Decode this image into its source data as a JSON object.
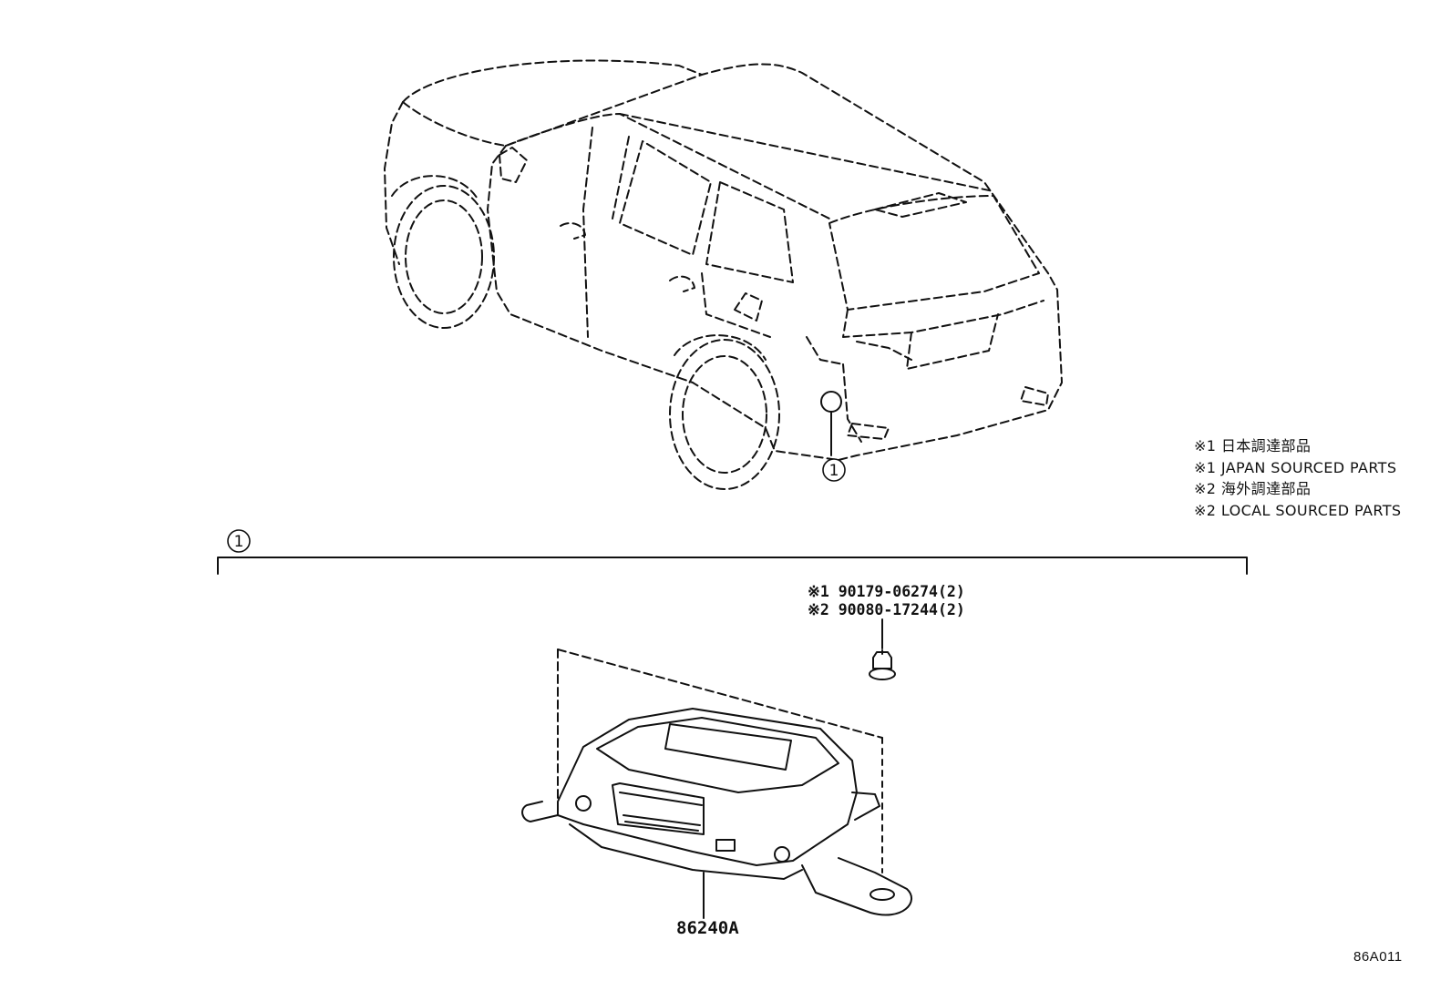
{
  "legend": [
    "※1 日本調達部品",
    "※1 JAPAN SOURCED PARTS",
    "※2 海外調達部品",
    "※2 LOCAL SOURCED PARTS"
  ],
  "callouts": {
    "car_callout": "1",
    "assembly_callout": "1"
  },
  "parts": {
    "bolt_japan": "※1 90179-06274(2)",
    "bolt_local": "※2 90080-17244(2)",
    "module": "86240A"
  },
  "diagram_code": "86A011",
  "colors": {
    "line": "#111111",
    "background": "#ffffff"
  }
}
